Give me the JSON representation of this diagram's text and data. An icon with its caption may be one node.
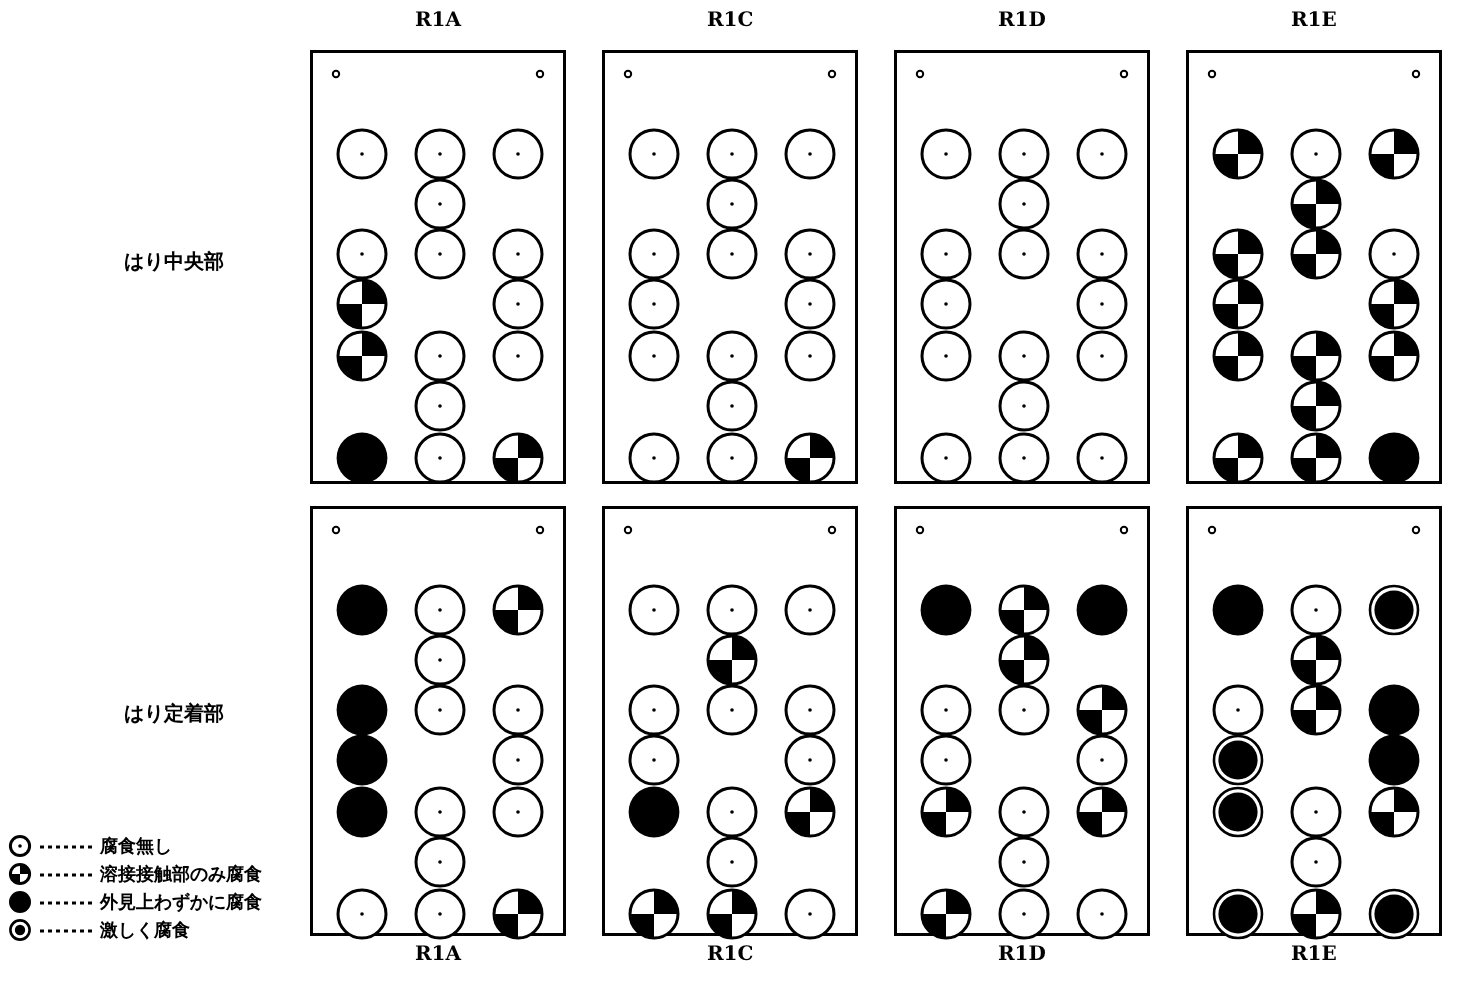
{
  "diagram": {
    "labels": [
      "R1A",
      "R1C",
      "R1D",
      "R1E",
      "はり中央部",
      "はり定着部",
      "R1A",
      "R1C",
      "R1D",
      "R1E"
    ],
    "legend": [
      {
        "text": "腐食無し"
      },
      {
        "text": "溶接接触部のみ腐食"
      },
      {
        "text": "外見上わずかに腐食"
      },
      {
        "text": "激しく腐食"
      }
    ]
  }
}
